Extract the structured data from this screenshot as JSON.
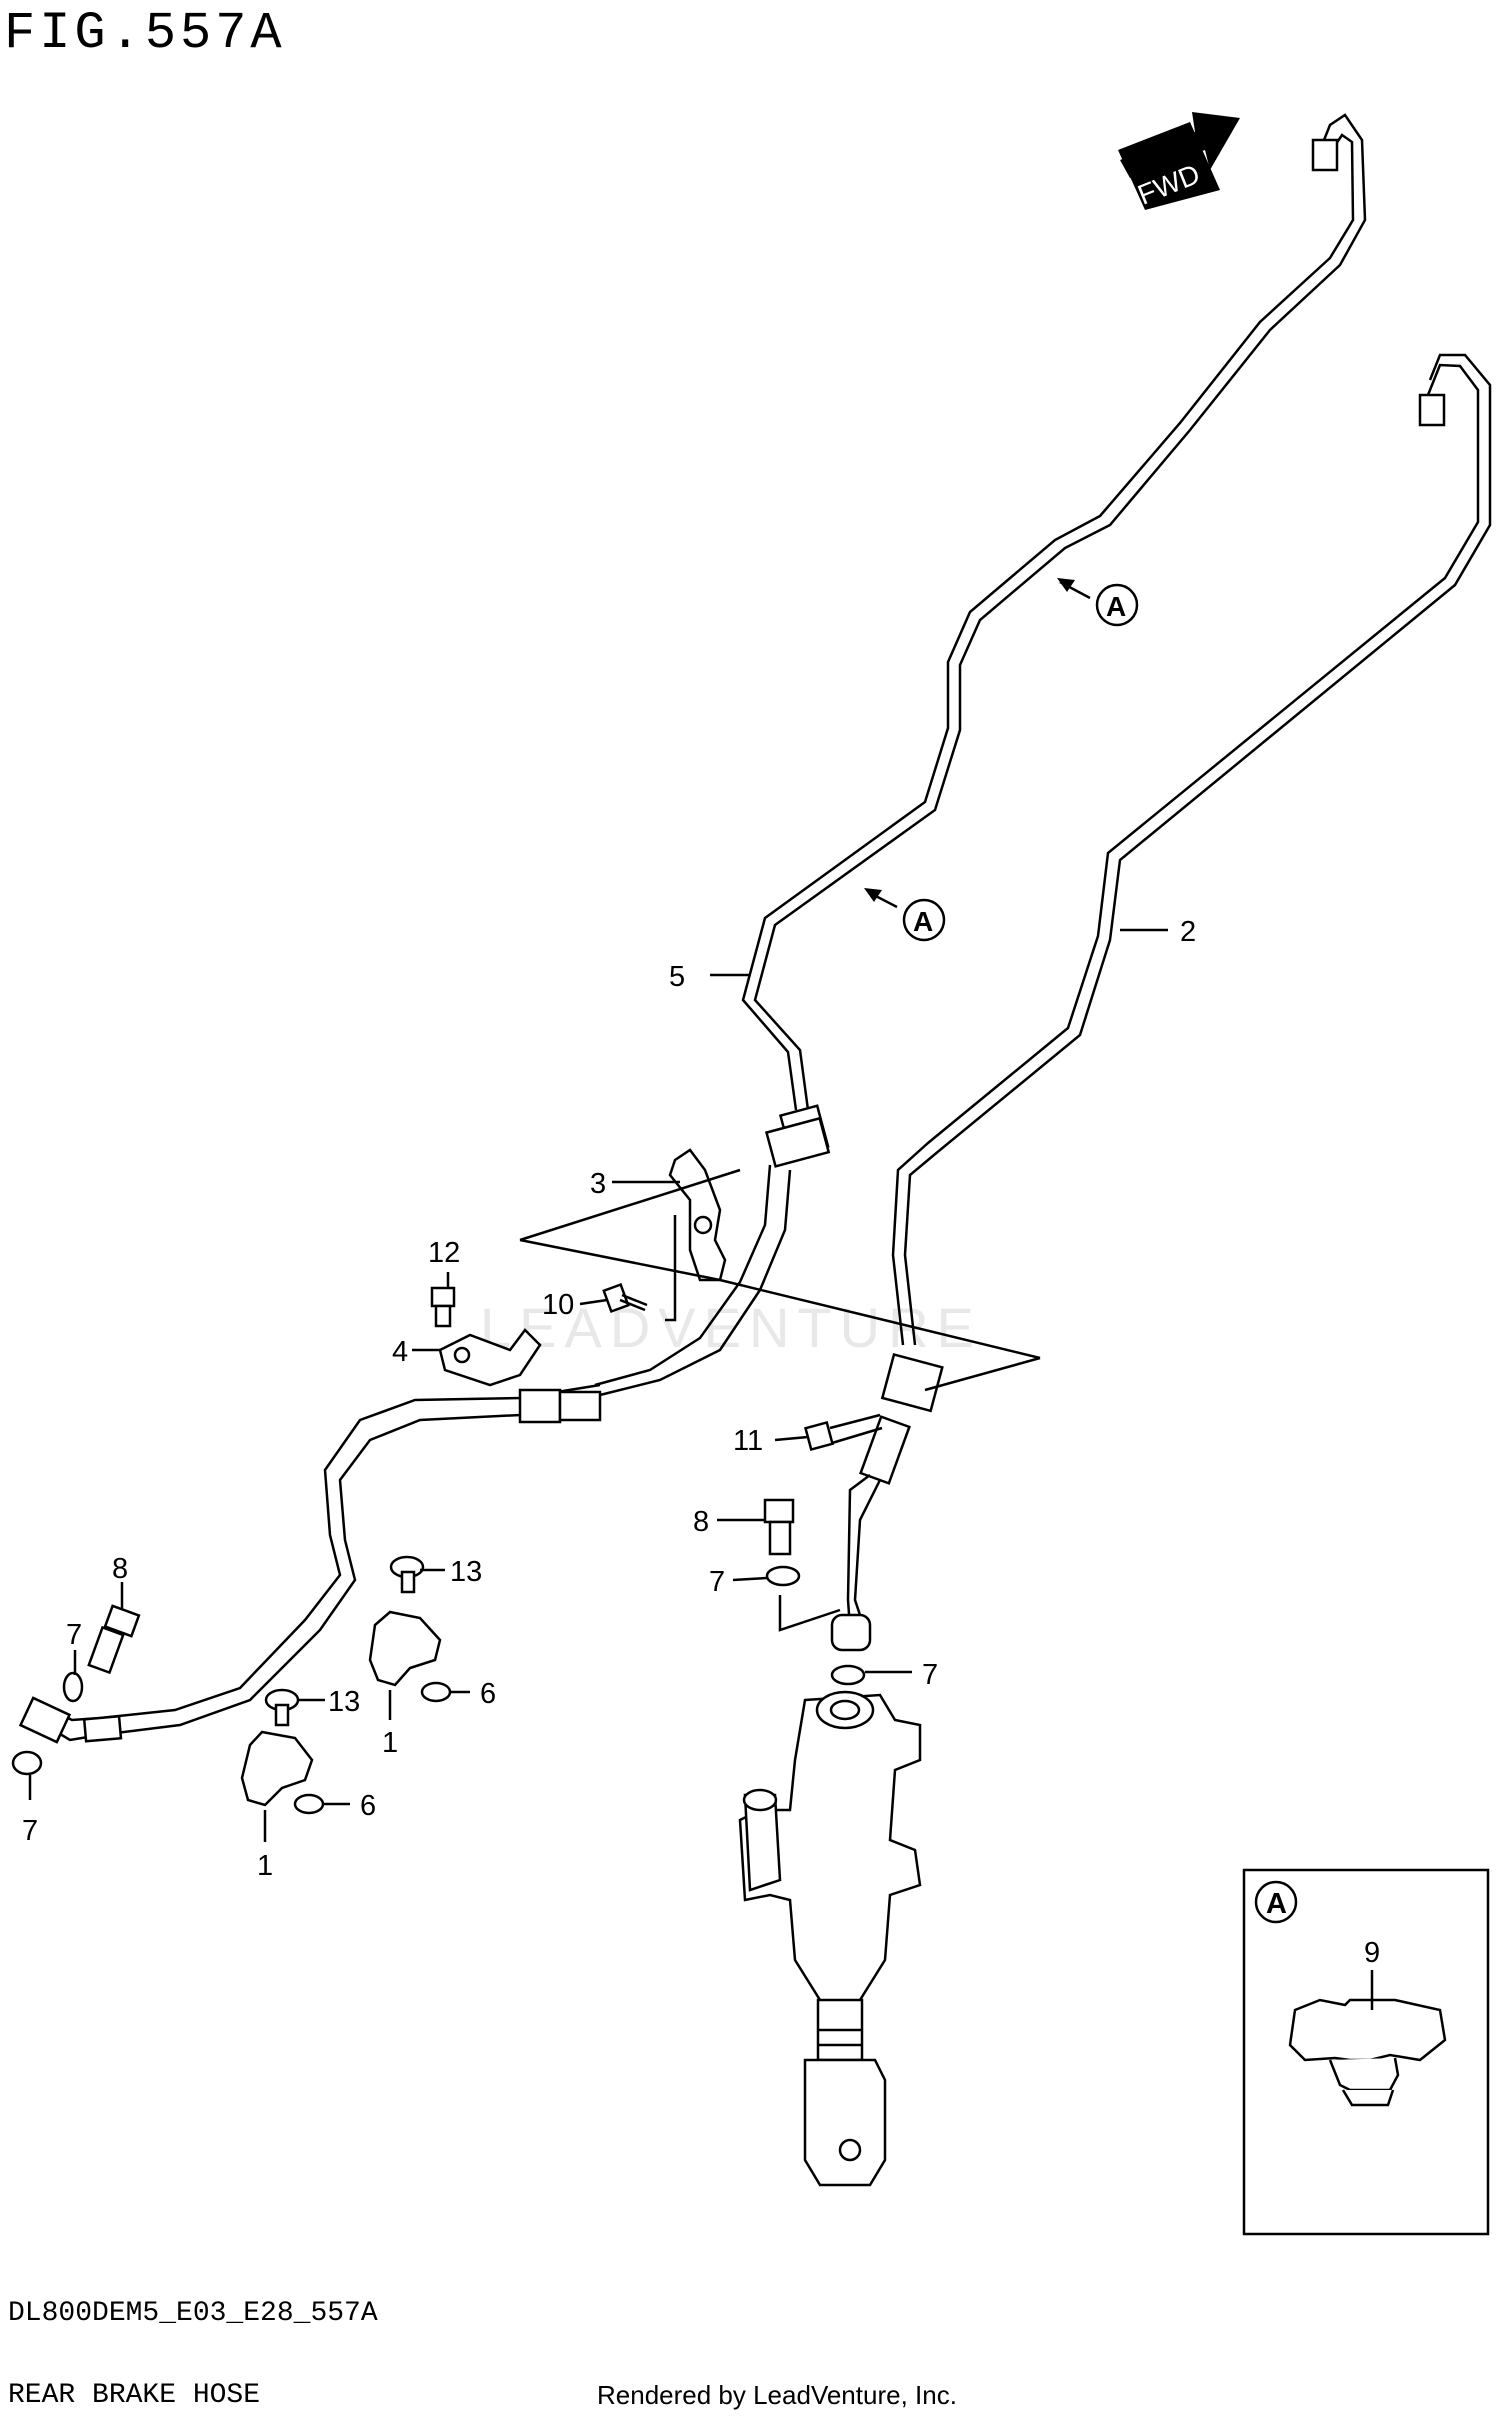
{
  "figure": {
    "title": "FIG.557A",
    "model_code": "DL800DEM5_E03_E28_557A",
    "section_name": "REAR BRAKE HOSE",
    "credit": "Rendered by LeadVenture, Inc.",
    "watermark": "LEADVENTURE"
  },
  "fwd_label": "FWD",
  "detail_marker": "A",
  "callouts": {
    "c1a": "1",
    "c1b": "1",
    "c2": "2",
    "c3": "3",
    "c4": "4",
    "c5": "5",
    "c6a": "6",
    "c6b": "6",
    "c7a": "7",
    "c7b": "7",
    "c7c": "7",
    "c7d": "7",
    "c8a": "8",
    "c8b": "8",
    "c9": "9",
    "c10": "10",
    "c11": "11",
    "c12": "12",
    "c13a": "13",
    "c13b": "13"
  }
}
